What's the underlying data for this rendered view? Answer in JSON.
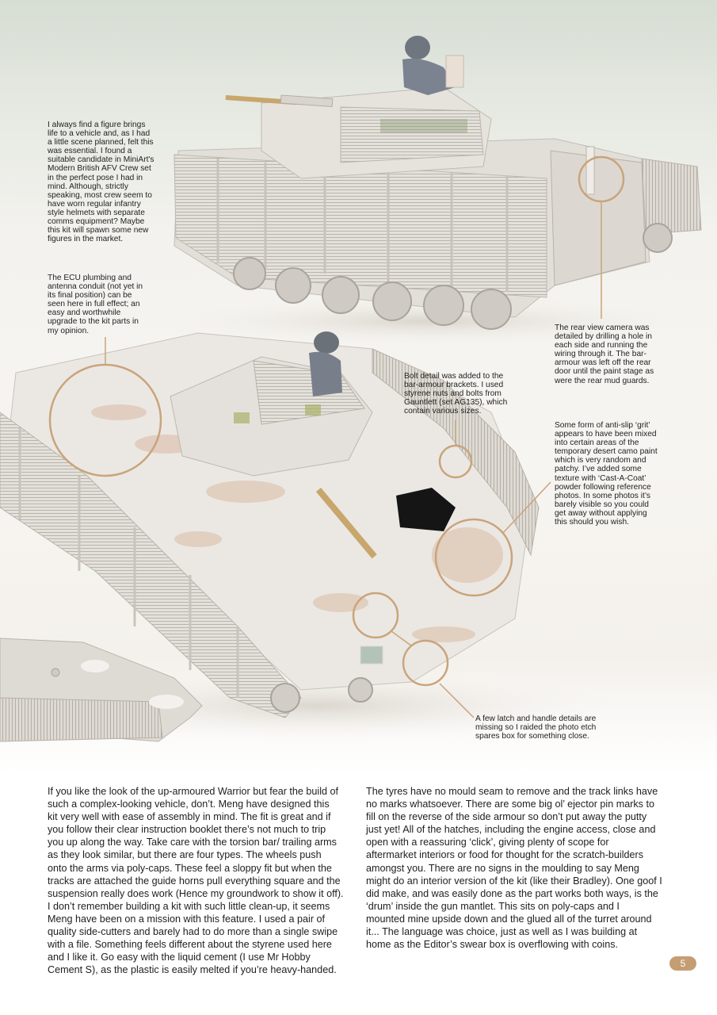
{
  "page": {
    "number": "5",
    "accent_color": "#c59d73"
  },
  "photo": {
    "subject": "Meng Warrior IFV scale model kit, unpainted light grey with desert camo patches, with crew figure in turret",
    "callout_circle_color": "#c9a47c"
  },
  "captions": {
    "figure": "I always find a figure brings\nlife to a vehicle and, as I had\na little scene planned, felt this\nwas essential. I found a\nsuitable candidate in MiniArt's\nModern British AFV Crew set\nin the perfect pose I had in\nmind. Although, strictly\nspeaking, most crew seem to\nhave worn regular infantry\nstyle helmets with separate\ncomms equipment? Maybe\nthis kit will spawn some new\nfigures in the market.",
    "ecu": "The ECU plumbing and\nantenna conduit (not yet in\nits final position) can be\nseen here in full effect; an\neasy and worthwhile\nupgrade to the kit parts in\nmy opinion.",
    "camera": "The rear view camera was\ndetailed by drilling a hole in\neach side and running the\nwiring through it. The bar-\narmour was left off the rear\ndoor until the paint stage as\nwere the rear mud guards.",
    "bolt": "Bolt detail was added to the\nbar-armour brackets. I used\nstyrene nuts and bolts from\nGauntlett (set AG135), which\ncontain various sizes.",
    "grit": "Some form of anti-slip ‘grit’\nappears to have been mixed\ninto certain areas of the\ntemporary desert camo paint\nwhich is very random and\npatchy. I’ve added some\ntexture with ‘Cast-A-Coat’\npowder following reference\nphotos. In some photos it’s\nbarely visible so you could\nget away without applying\nthis should you wish.",
    "latch": "A few latch and handle details are\nmissing so I raided the photo etch\nspares box for something close."
  },
  "body": {
    "column_left": "If you like the look of the up-armoured Warrior but fear the build of\nsuch a complex-looking vehicle, don’t. Meng have designed this\nkit very well with ease of assembly in mind. The fit is great and if\nyou follow their clear instruction booklet there’s not much to trip\nyou up along the way. Take care with the torsion bar/ trailing arms\nas they look similar, but there are four types. The wheels push\nonto the arms via poly-caps. These feel a sloppy fit but when the\ntracks are attached the guide horns pull everything square and the\nsuspension really does work (Hence my groundwork to show it off).\nI don’t remember building a kit with such little clean-up, it seems\nMeng have been on a mission with this feature. I used a pair of\nquality side-cutters and barely had to do more than a single swipe\nwith a file. Something feels different about the styrene used here\nand I like it. Go easy with the liquid cement (I use Mr Hobby\nCement S), as the plastic is easily melted if you’re heavy-handed.",
    "column_right": "The tyres have no mould seam to remove and the track links have\nno marks whatsoever. There are some big ol’ ejector pin marks to\nfill on the reverse of the side armour so don’t put away the putty\njust yet! All of the hatches, including the engine access, close and\nopen with a reassuring ‘click’, giving plenty of scope for\naftermarket interiors or food for thought for the scratch-builders\namongst you. There are no signs in the moulding to say Meng\nmight do an interior version of the kit (like their Bradley). One goof I\ndid make, and was easily done as the part works both ways, is the\n‘drum’ inside the gun mantlet. This sits on poly-caps and I\nmounted mine upside down and the glued all of the turret around\nit... The language was choice, just as well as I was building at\nhome as the Editor’s swear box is overflowing with coins."
  }
}
